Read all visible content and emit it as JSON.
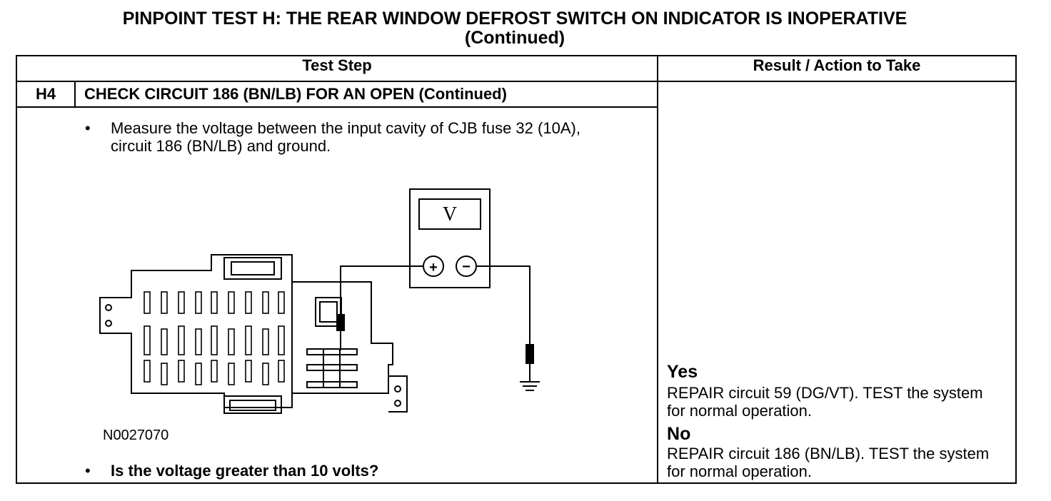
{
  "title": {
    "main": "PINPOINT TEST H: THE REAR WINDOW DEFROST SWITCH ON INDICATOR IS INOPERATIVE",
    "sub": "(Continued)"
  },
  "headers": {
    "test_step": "Test Step",
    "result": "Result / Action to Take"
  },
  "step": {
    "id": "H4",
    "title": "CHECK CIRCUIT 186 (BN/LB) FOR AN OPEN (Continued)",
    "bullet_symbol": "•",
    "instruction": "Measure the voltage between the input cavity of CJB fuse 32 (10A), circuit 186 (BN/LB) and ground.",
    "question": "Is the voltage greater than 10 volts?",
    "figure_id": "N0027070",
    "meter_symbol": "V",
    "meter_plus": "+",
    "meter_minus": "−"
  },
  "results": {
    "yes_label": "Yes",
    "yes_action": "REPAIR circuit 59 (DG/VT). TEST the system for normal operation.",
    "no_label": "No",
    "no_action": "REPAIR circuit 186 (BN/LB). TEST the system for normal operation."
  }
}
